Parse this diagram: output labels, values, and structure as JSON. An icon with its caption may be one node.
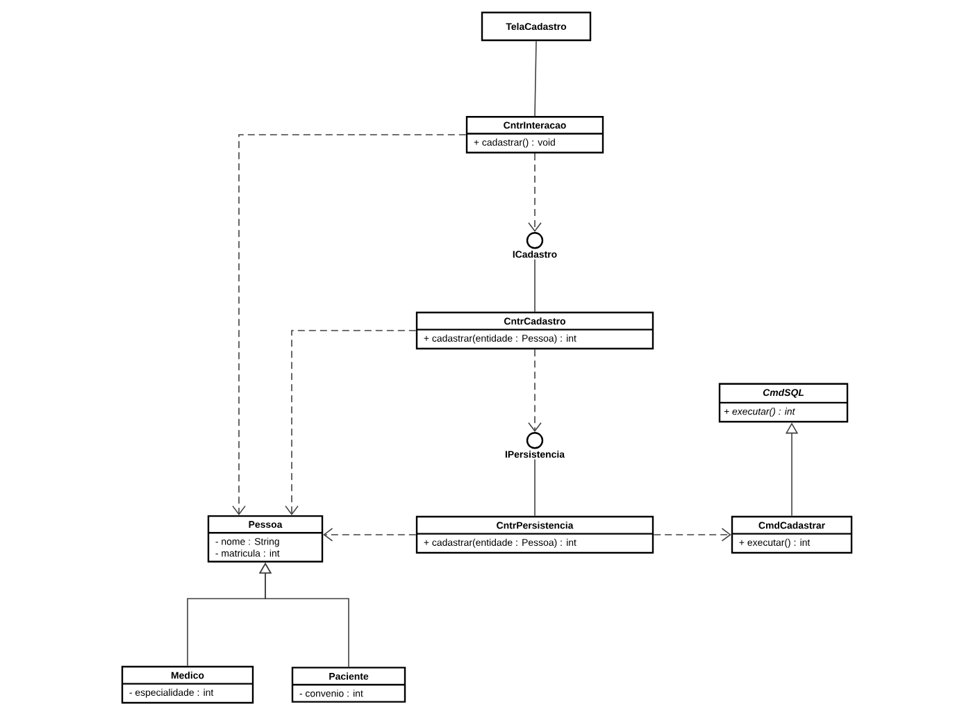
{
  "diagram": {
    "nodes": [
      {
        "text": [
          "TelaCadastro"
        ]
      },
      {
        "text": [
          "CntrInteracao",
          "+ cadastrar() : void"
        ]
      },
      {
        "text": [
          "ICadastro"
        ]
      },
      {
        "text": [
          "CntrCadastro",
          "+ cadastrar(entidade : Pessoa) : int"
        ]
      },
      {
        "text": [
          "IPersistencia"
        ]
      },
      {
        "text": [
          "CmdSQL",
          "+ executar() : int"
        ]
      },
      {
        "text": [
          "Pessoa",
          "- nome : String",
          "- matricula : int"
        ]
      },
      {
        "text": [
          "CntrPersistencia",
          "+ cadastrar(entidade : Pessoa) : int"
        ]
      },
      {
        "text": [
          "CmdCadastrar",
          "+ executar() : int"
        ]
      },
      {
        "text": [
          "Medico",
          "- especialidade : int"
        ]
      },
      {
        "text": [
          "Paciente",
          "- convenio : int"
        ]
      }
    ],
    "edges": [
      {
        "from": 0,
        "to": 1,
        "arrow": "none"
      },
      {
        "from": 1,
        "to": 2,
        "arrow": "to",
        "style": "dashed"
      },
      {
        "from": 2,
        "to": 3,
        "arrow": "none"
      },
      {
        "from": 3,
        "to": 4,
        "arrow": "to",
        "style": "dashed"
      },
      {
        "from": 4,
        "to": 7,
        "arrow": "none"
      },
      {
        "from": 1,
        "to": 6,
        "arrow": "to",
        "style": "dashed"
      },
      {
        "from": 3,
        "to": 6,
        "arrow": "to",
        "style": "dashed"
      },
      {
        "from": 7,
        "to": 6,
        "arrow": "to",
        "style": "dashed"
      },
      {
        "from": 7,
        "to": 8,
        "arrow": "to",
        "style": "dashed"
      },
      {
        "from": 8,
        "to": 5,
        "arrow": "to"
      },
      {
        "from": 9,
        "to": 6,
        "arrow": "to"
      },
      {
        "from": 10,
        "to": 6,
        "arrow": "to"
      }
    ]
  }
}
